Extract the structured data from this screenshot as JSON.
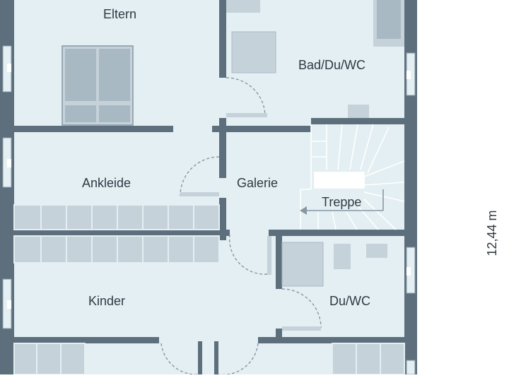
{
  "rooms": {
    "eltern": "Eltern",
    "bad": "Bad/Du/WC",
    "ankleide": "Ankleide",
    "galerie": "Galerie",
    "treppe": "Treppe",
    "kinder": "Kinder",
    "duwc": "Du/WC"
  },
  "dimension": "12,44 m",
  "colors": {
    "floor": "#e3eff2",
    "wall": "#5d6e7d",
    "fixture": "#c5d2da",
    "line": "#8797a3"
  }
}
